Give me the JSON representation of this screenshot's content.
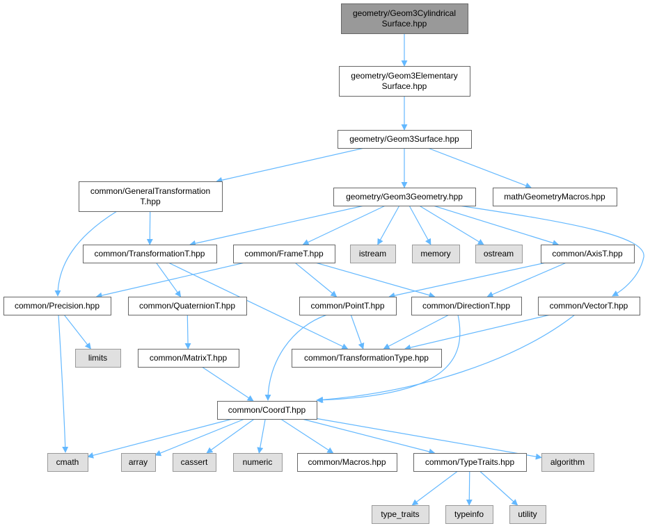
{
  "diagram": {
    "nodes": [
      {
        "id": "root",
        "kind": "root",
        "lines": [
          "geometry/Geom3Cylindrical",
          "Surface.hpp"
        ]
      },
      {
        "id": "elem",
        "kind": "doc",
        "lines": [
          "geometry/Geom3Elementary",
          "Surface.hpp"
        ]
      },
      {
        "id": "surf",
        "kind": "doc",
        "lines": [
          "geometry/Geom3Surface.hpp"
        ]
      },
      {
        "id": "gtrans",
        "kind": "doc",
        "lines": [
          "common/GeneralTransformation",
          "T.hpp"
        ]
      },
      {
        "id": "geom",
        "kind": "doc",
        "lines": [
          "geometry/Geom3Geometry.hpp"
        ]
      },
      {
        "id": "gmacros",
        "kind": "doc",
        "lines": [
          "math/GeometryMacros.hpp"
        ]
      },
      {
        "id": "transT",
        "kind": "doc",
        "lines": [
          "common/TransformationT.hpp"
        ]
      },
      {
        "id": "frameT",
        "kind": "doc",
        "lines": [
          "common/FrameT.hpp"
        ]
      },
      {
        "id": "istream",
        "kind": "sys",
        "lines": [
          "istream"
        ]
      },
      {
        "id": "memory",
        "kind": "sys",
        "lines": [
          "memory"
        ]
      },
      {
        "id": "ostream",
        "kind": "sys",
        "lines": [
          "ostream"
        ]
      },
      {
        "id": "axisT",
        "kind": "doc",
        "lines": [
          "common/AxisT.hpp"
        ]
      },
      {
        "id": "prec",
        "kind": "doc",
        "lines": [
          "common/Precision.hpp"
        ]
      },
      {
        "id": "quat",
        "kind": "doc",
        "lines": [
          "common/QuaternionT.hpp"
        ]
      },
      {
        "id": "pointT",
        "kind": "doc",
        "lines": [
          "common/PointT.hpp"
        ]
      },
      {
        "id": "dirT",
        "kind": "doc",
        "lines": [
          "common/DirectionT.hpp"
        ]
      },
      {
        "id": "vecT",
        "kind": "doc",
        "lines": [
          "common/VectorT.hpp"
        ]
      },
      {
        "id": "limits",
        "kind": "sys",
        "lines": [
          "limits"
        ]
      },
      {
        "id": "matT",
        "kind": "doc",
        "lines": [
          "common/MatrixT.hpp"
        ]
      },
      {
        "id": "ttype",
        "kind": "doc",
        "lines": [
          "common/TransformationType.hpp"
        ]
      },
      {
        "id": "coordT",
        "kind": "doc",
        "lines": [
          "common/CoordT.hpp"
        ]
      },
      {
        "id": "cmath",
        "kind": "sys",
        "lines": [
          "cmath"
        ]
      },
      {
        "id": "array",
        "kind": "sys",
        "lines": [
          "array"
        ]
      },
      {
        "id": "cassert",
        "kind": "sys",
        "lines": [
          "cassert"
        ]
      },
      {
        "id": "numeric",
        "kind": "sys",
        "lines": [
          "numeric"
        ]
      },
      {
        "id": "macros",
        "kind": "doc",
        "lines": [
          "common/Macros.hpp"
        ]
      },
      {
        "id": "ttraits",
        "kind": "doc",
        "lines": [
          "common/TypeTraits.hpp"
        ]
      },
      {
        "id": "algorithm",
        "kind": "sys",
        "lines": [
          "algorithm"
        ]
      },
      {
        "id": "type_traits",
        "kind": "sys",
        "lines": [
          "type_traits"
        ]
      },
      {
        "id": "typeinfo",
        "kind": "sys",
        "lines": [
          "typeinfo"
        ]
      },
      {
        "id": "utility",
        "kind": "sys",
        "lines": [
          "utility"
        ]
      }
    ],
    "edges": [
      [
        "root",
        "elem"
      ],
      [
        "elem",
        "surf"
      ],
      [
        "surf",
        "gtrans"
      ],
      [
        "surf",
        "geom"
      ],
      [
        "surf",
        "gmacros"
      ],
      [
        "gtrans",
        "transT"
      ],
      [
        "gtrans",
        "prec"
      ],
      [
        "geom",
        "transT"
      ],
      [
        "geom",
        "frameT"
      ],
      [
        "geom",
        "istream"
      ],
      [
        "geom",
        "memory"
      ],
      [
        "geom",
        "ostream"
      ],
      [
        "geom",
        "axisT"
      ],
      [
        "geom",
        "vecT"
      ],
      [
        "transT",
        "quat"
      ],
      [
        "transT",
        "ttype"
      ],
      [
        "frameT",
        "prec"
      ],
      [
        "frameT",
        "pointT"
      ],
      [
        "frameT",
        "dirT"
      ],
      [
        "axisT",
        "pointT"
      ],
      [
        "axisT",
        "dirT"
      ],
      [
        "prec",
        "limits"
      ],
      [
        "prec",
        "cmath"
      ],
      [
        "quat",
        "matT"
      ],
      [
        "matT",
        "coordT"
      ],
      [
        "pointT",
        "ttype"
      ],
      [
        "pointT",
        "coordT"
      ],
      [
        "dirT",
        "ttype"
      ],
      [
        "dirT",
        "coordT"
      ],
      [
        "vecT",
        "ttype"
      ],
      [
        "vecT",
        "coordT"
      ],
      [
        "coordT",
        "cmath"
      ],
      [
        "coordT",
        "array"
      ],
      [
        "coordT",
        "cassert"
      ],
      [
        "coordT",
        "numeric"
      ],
      [
        "coordT",
        "macros"
      ],
      [
        "coordT",
        "ttraits"
      ],
      [
        "coordT",
        "algorithm"
      ],
      [
        "ttraits",
        "type_traits"
      ],
      [
        "ttraits",
        "typeinfo"
      ],
      [
        "ttraits",
        "utility"
      ]
    ]
  }
}
